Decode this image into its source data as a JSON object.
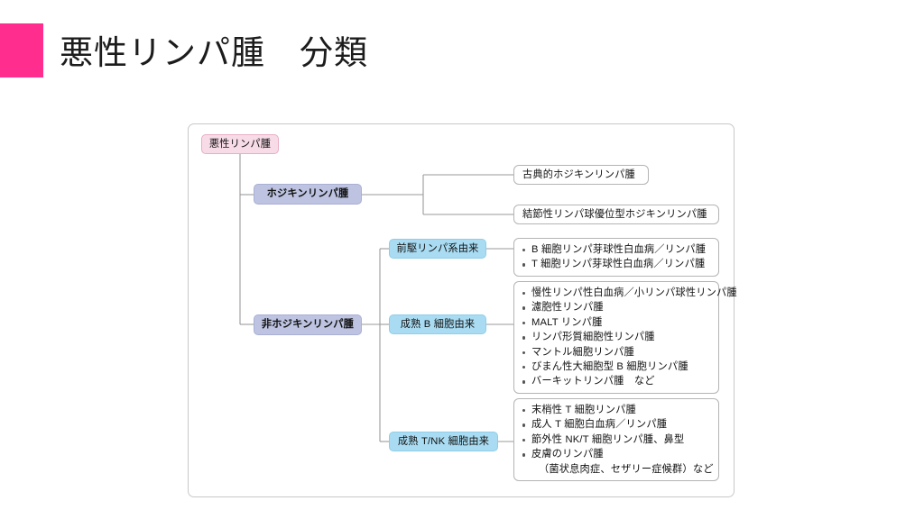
{
  "header": {
    "title": "悪性リンパ腫　分類",
    "accent_color": "#ff2d8e"
  },
  "diagram": {
    "colors": {
      "root_fill": "#f7dbe6",
      "root_border": "#e8aec5",
      "major_fill": "#bdc3e0",
      "major_border": "#a9b0d4",
      "sub_fill": "#a9dcf2",
      "sub_border": "#8fcde8",
      "leaf_fill": "#ffffff",
      "leaf_border": "#b4b4b4",
      "connector": "#9a9a9a",
      "frame_border": "#c8c8c8"
    },
    "root": {
      "label": "悪性リンパ腫"
    },
    "branches": [
      {
        "id": "hodgkin",
        "label": "ホジキンリンパ腫",
        "leaves": [
          {
            "text": "古典的ホジキンリンパ腫"
          },
          {
            "text": "結節性リンパ球優位型ホジキンリンパ腫"
          }
        ]
      },
      {
        "id": "non-hodgkin",
        "label": "非ホジキンリンパ腫",
        "subgroups": [
          {
            "id": "precursor",
            "label": "前駆リンパ系由来",
            "items": [
              {
                "text": "B 細胞リンパ芽球性白血病／リンパ腫"
              },
              {
                "text": "T 細胞リンパ芽球性白血病／リンパ腫"
              }
            ]
          },
          {
            "id": "mature-b",
            "label": "成熟 B 細胞由来",
            "items": [
              {
                "text": "慢性リンパ性白血病／小リンパ球性リンパ腫"
              },
              {
                "text": "濾胞性リンパ腫"
              },
              {
                "text": "MALT リンパ腫"
              },
              {
                "text": "リンパ形質細胞性リンパ腫"
              },
              {
                "text": "マントル細胞リンパ腫"
              },
              {
                "text": "びまん性大細胞型 B 細胞リンパ腫"
              },
              {
                "text": "バーキットリンパ腫　など"
              }
            ]
          },
          {
            "id": "mature-tnk",
            "label": "成熟 T/NK 細胞由来",
            "items": [
              {
                "text": "末梢性 T 細胞リンパ腫"
              },
              {
                "text": "成人 T 細胞白血病／リンパ腫"
              },
              {
                "text": "節外性 NK/T 細胞リンパ腫、鼻型"
              },
              {
                "text": "皮膚のリンパ腫",
                "continuation": "（菌状息肉症、セザリー症候群）など"
              }
            ]
          }
        ]
      }
    ]
  }
}
